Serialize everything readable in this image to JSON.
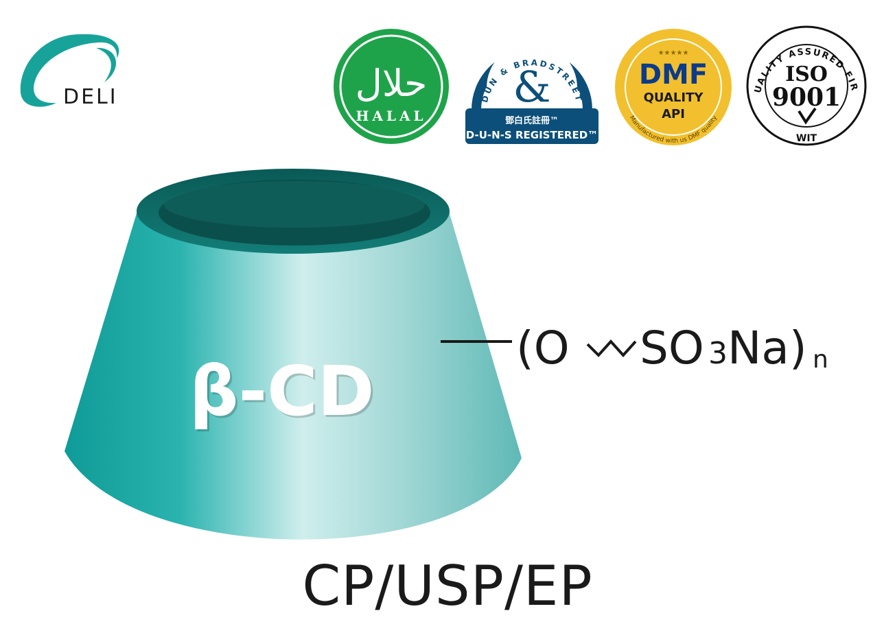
{
  "brand": {
    "name": "DELI",
    "accent": "#17a39a"
  },
  "certifications": {
    "halal": {
      "text": "HALAL",
      "arabic": "حلال",
      "color": "#1fa34a"
    },
    "dnb": {
      "arc_text": "DUN & BRADSTREET",
      "chinese": "鄧白氏註冊™",
      "registered": "D-U-N-S REGISTERED™",
      "color": "#0b4f7a"
    },
    "dmf": {
      "stars": "★★★★★",
      "title": "DMF",
      "line1": "QUALITY",
      "line2": "API",
      "arc_text": "Manufactured with us DMF quality",
      "color": "#f2c02e"
    },
    "iso": {
      "arc_text": "QUALITY ASSURED FIRM",
      "line1": "ISO",
      "line2": "9001",
      "mark": "WIT"
    }
  },
  "product": {
    "label": "β-CD",
    "formula": {
      "open": "(O",
      "group": "SO",
      "sub3": "3",
      "metal": "Na)",
      "subn": "n"
    },
    "grade": "CP/USP/EP",
    "colors": {
      "body": "#1fa8a6",
      "highlight": "#cfeeed",
      "rim": "#0f6d68",
      "inner": "#0b4f4c"
    }
  }
}
